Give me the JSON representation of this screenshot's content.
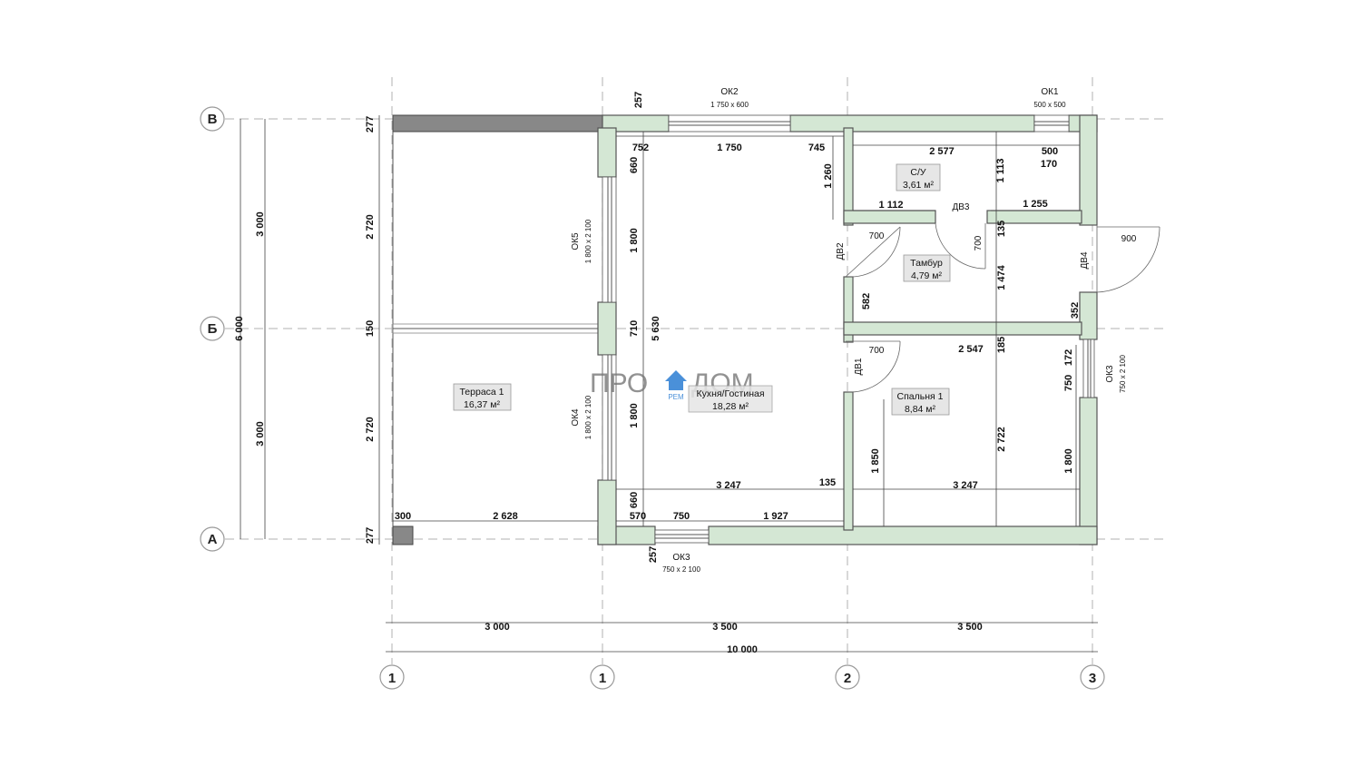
{
  "axes": {
    "rows": [
      "В",
      "Б",
      "А"
    ],
    "cols": [
      "1",
      "1",
      "2",
      "3"
    ]
  },
  "rooms": {
    "terrace": {
      "name": "Терраса 1",
      "area": "16,37 м²"
    },
    "kitchen": {
      "name": "Кухня/Гостиная",
      "area": "18,28 м²"
    },
    "bath": {
      "name": "С/У",
      "area": "3,61 м²"
    },
    "vestibule": {
      "name": "Тамбур",
      "area": "4,79 м²"
    },
    "bedroom": {
      "name": "Спальня 1",
      "area": "8,84 м²"
    }
  },
  "openings": {
    "ok2": {
      "name": "ОК2",
      "size": "1 750 x 600"
    },
    "ok1": {
      "name": "ОК1",
      "size": "500 x 500"
    },
    "ok5": {
      "name": "ОК5",
      "size": "1 800 x 2 100"
    },
    "ok4": {
      "name": "ОК4",
      "size": "1 800 x 2 100"
    },
    "ok3_right": {
      "name": "ОК3",
      "size": "750 x 2 100"
    },
    "ok3_bottom": {
      "name": "ОК3",
      "size": "750 x 2 100"
    },
    "dv1": "ДВ1",
    "dv2": "ДВ2",
    "dv3": "ДВ3",
    "dv4": "ДВ4"
  },
  "dims": {
    "bottom_3000": "3 000",
    "bottom_3500a": "3 500",
    "bottom_3500b": "3 500",
    "total_10000": "10 000",
    "left_3000a": "3 000",
    "left_3000b": "3 000",
    "left_6000": "6 000",
    "l_277a": "277",
    "l_2720a": "2 720",
    "l_150": "150",
    "l_2720b": "2 720",
    "l_277b": "277",
    "top_257": "257",
    "top_752": "752",
    "top_1750": "1 750",
    "top_745": "745",
    "top_2577": "2 577",
    "top_500": "500",
    "top_170": "170",
    "v_660a": "660",
    "v_1800a": "1 800",
    "v_710": "710",
    "v_1800b": "1 800",
    "v_660b": "660",
    "v_5630": "5 630",
    "v_1260": "1 260",
    "v_1113": "1 113",
    "h_1112": "1 112",
    "h_1255": "1 255",
    "door_700a": "700",
    "door_700b": "700",
    "door_900": "900",
    "v_135a": "135",
    "v_1474": "1 474",
    "v_582": "582",
    "v_352": "352",
    "h_2547": "2 547",
    "door_700c": "700",
    "v_185": "185",
    "v_172": "172",
    "v_750": "750",
    "v_2722": "2 722",
    "v_1850": "1 850",
    "v_1800c": "1 800",
    "h_3247a": "3 247",
    "h_135": "135",
    "h_3247b": "3 247",
    "h_300": "300",
    "h_2628": "2 628",
    "h_570": "570",
    "h_750": "750",
    "h_1927": "1 927",
    "b_257": "257"
  },
  "watermark": {
    "left": "ПРО",
    "right": "ДОМ",
    "sub": "РЕМ"
  },
  "colors": {
    "wall": "#d4e7d4",
    "line": "#555555"
  }
}
